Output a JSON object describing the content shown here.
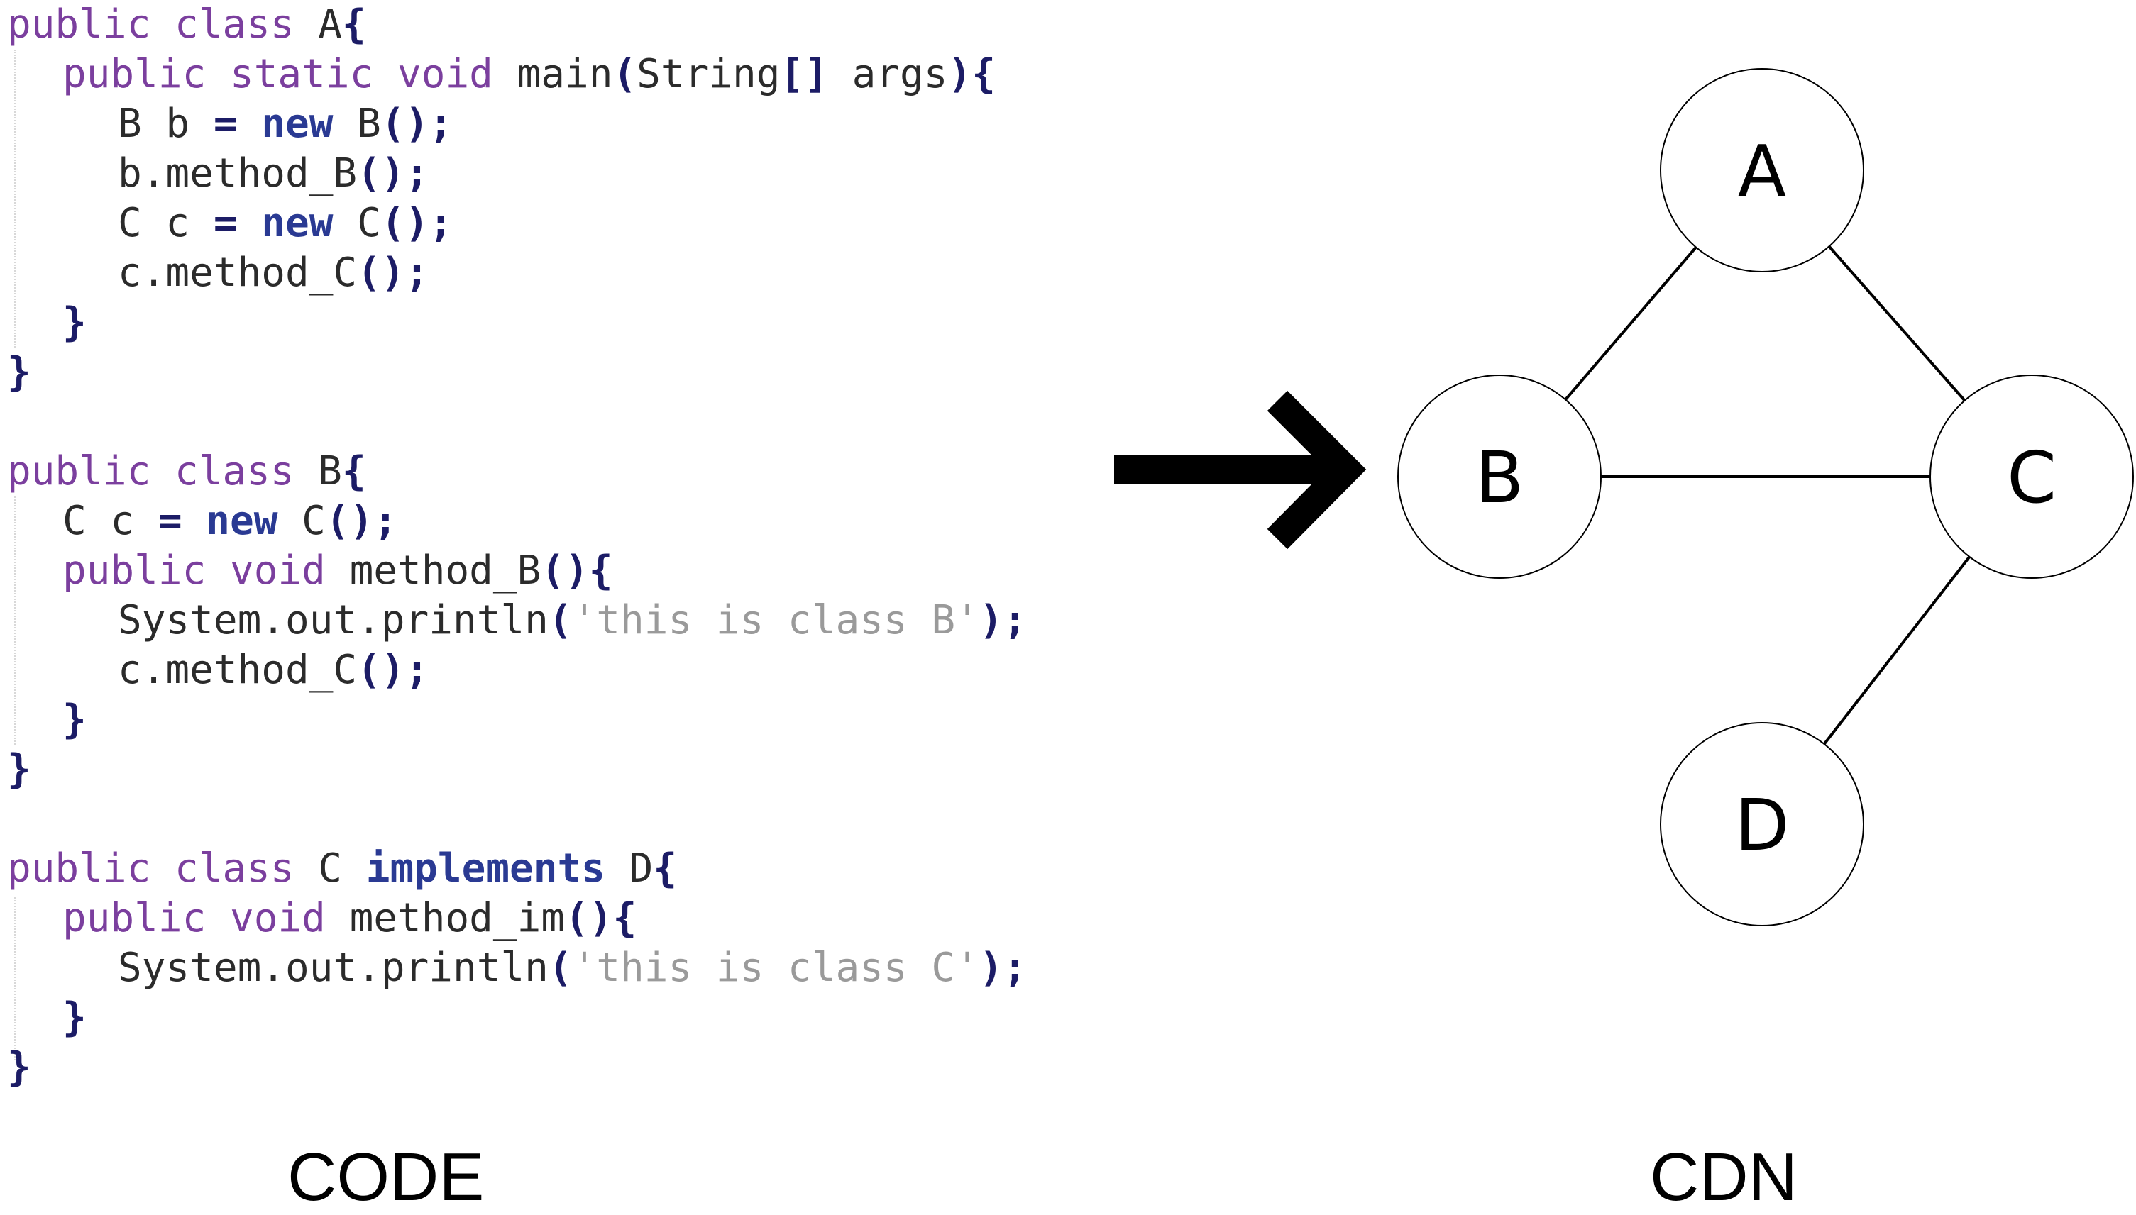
{
  "captions": {
    "code": "CODE",
    "cdn": "CDN"
  },
  "code": {
    "lines": [
      {
        "indent": 0,
        "tokens": [
          [
            "kw",
            "public class "
          ],
          [
            "pln",
            "A"
          ],
          [
            "pun",
            "{"
          ]
        ]
      },
      {
        "indent": 1,
        "tokens": [
          [
            "kw",
            "public static void "
          ],
          [
            "pln",
            "main"
          ],
          [
            "pun",
            "("
          ],
          [
            "pln",
            "String"
          ],
          [
            "pun",
            "[]"
          ],
          [
            "pln",
            " args"
          ],
          [
            "pun",
            "){"
          ]
        ]
      },
      {
        "indent": 2,
        "tokens": [
          [
            "pln",
            "B b "
          ],
          [
            "pun",
            "="
          ],
          [
            "pln",
            " "
          ],
          [
            "kwb",
            "new"
          ],
          [
            "pln",
            " B"
          ],
          [
            "pun",
            "();"
          ]
        ]
      },
      {
        "indent": 2,
        "tokens": [
          [
            "pln",
            "b.method_B"
          ],
          [
            "pun",
            "();"
          ]
        ]
      },
      {
        "indent": 2,
        "tokens": [
          [
            "pln",
            "C c "
          ],
          [
            "pun",
            "="
          ],
          [
            "pln",
            " "
          ],
          [
            "kwb",
            "new"
          ],
          [
            "pln",
            " C"
          ],
          [
            "pun",
            "();"
          ]
        ]
      },
      {
        "indent": 2,
        "tokens": [
          [
            "pln",
            "c.method_C"
          ],
          [
            "pun",
            "();"
          ]
        ]
      },
      {
        "indent": 1,
        "tokens": [
          [
            "pun",
            "}"
          ]
        ]
      },
      {
        "indent": 0,
        "tokens": [
          [
            "pun",
            "}"
          ]
        ]
      },
      {
        "indent": 0,
        "tokens": []
      },
      {
        "indent": 0,
        "tokens": [
          [
            "kw",
            "public class "
          ],
          [
            "pln",
            "B"
          ],
          [
            "pun",
            "{"
          ]
        ]
      },
      {
        "indent": 1,
        "tokens": [
          [
            "pln",
            "C c "
          ],
          [
            "pun",
            "="
          ],
          [
            "pln",
            " "
          ],
          [
            "kwb",
            "new"
          ],
          [
            "pln",
            " C"
          ],
          [
            "pun",
            "();"
          ]
        ]
      },
      {
        "indent": 1,
        "tokens": [
          [
            "kw",
            "public void "
          ],
          [
            "pln",
            "method_B"
          ],
          [
            "pun",
            "(){"
          ]
        ]
      },
      {
        "indent": 2,
        "tokens": [
          [
            "pln",
            "System.out.println"
          ],
          [
            "pun",
            "("
          ],
          [
            "str",
            "'this is class B'"
          ],
          [
            "pun",
            ");"
          ]
        ]
      },
      {
        "indent": 2,
        "tokens": [
          [
            "pln",
            "c.method_C"
          ],
          [
            "pun",
            "();"
          ]
        ]
      },
      {
        "indent": 1,
        "tokens": [
          [
            "pun",
            "}"
          ]
        ]
      },
      {
        "indent": 0,
        "tokens": [
          [
            "pun",
            "}"
          ]
        ]
      },
      {
        "indent": 0,
        "tokens": []
      },
      {
        "indent": 0,
        "tokens": [
          [
            "kw",
            "public class "
          ],
          [
            "pln",
            "C "
          ],
          [
            "kwb",
            "implements"
          ],
          [
            "pln",
            " D"
          ],
          [
            "pun",
            "{"
          ]
        ]
      },
      {
        "indent": 1,
        "tokens": [
          [
            "kw",
            "public void "
          ],
          [
            "pln",
            "method_im"
          ],
          [
            "pun",
            "(){"
          ]
        ]
      },
      {
        "indent": 2,
        "tokens": [
          [
            "pln",
            "System.out.println"
          ],
          [
            "pun",
            "("
          ],
          [
            "str",
            "'this is class C'"
          ],
          [
            "pun",
            ");"
          ]
        ]
      },
      {
        "indent": 1,
        "tokens": [
          [
            "pun",
            "}"
          ]
        ]
      },
      {
        "indent": 0,
        "tokens": [
          [
            "pun",
            "}"
          ]
        ]
      }
    ]
  },
  "graph": {
    "nodes": [
      {
        "id": "A",
        "label": "A"
      },
      {
        "id": "B",
        "label": "B"
      },
      {
        "id": "C",
        "label": "C"
      },
      {
        "id": "D",
        "label": "D"
      }
    ],
    "edges": [
      {
        "from": "A",
        "to": "B"
      },
      {
        "from": "A",
        "to": "C"
      },
      {
        "from": "B",
        "to": "C"
      },
      {
        "from": "C",
        "to": "D"
      }
    ]
  },
  "colors": {
    "keyword": "#7b3f9e",
    "keyword_bold": "#2a3a93",
    "punctuation": "#1c1c66",
    "string": "#9a9a9a",
    "plain": "#2b2b2b",
    "diagram_stroke": "#000000"
  }
}
